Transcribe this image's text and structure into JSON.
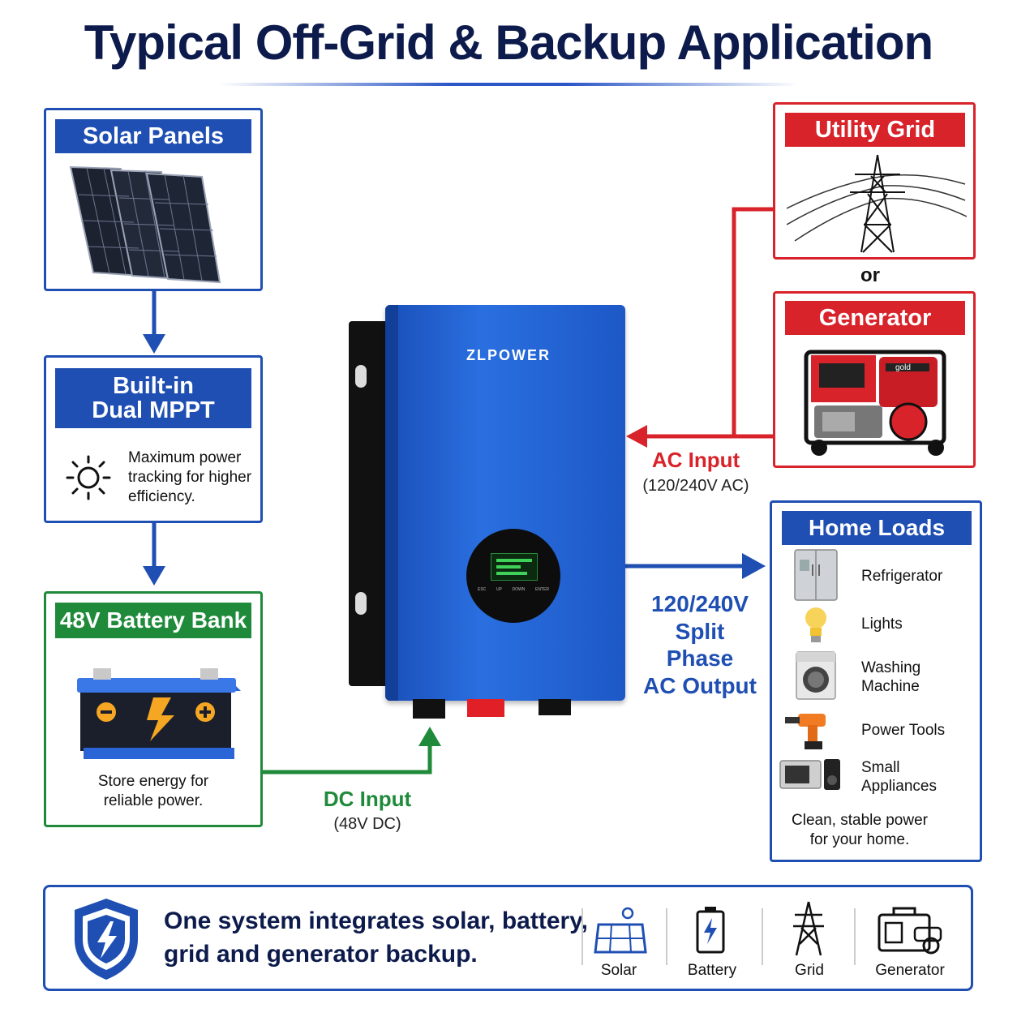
{
  "title": "Typical Off-Grid & Backup Application",
  "solar": {
    "header": "Solar Panels"
  },
  "mppt": {
    "header_line1": "Built-in",
    "header_line2": "Dual MPPT",
    "desc_line1": "Maximum power",
    "desc_line2": "tracking for higher",
    "desc_line3": "efficiency."
  },
  "battery": {
    "header": "48V Battery Bank",
    "desc_line1": "Store energy for",
    "desc_line2": "reliable power."
  },
  "grid": {
    "header": "Utility Grid"
  },
  "or_text": "or",
  "generator": {
    "header": "Generator",
    "brand": "gold"
  },
  "inverter": {
    "brand": "ZLPOWER",
    "buttons": [
      "ESC",
      "UP",
      "DOWN",
      "ENTER"
    ]
  },
  "ac_input": {
    "label": "AC Input",
    "sub": "(120/240V AC)"
  },
  "dc_input": {
    "label": "DC Input",
    "sub": "(48V DC)"
  },
  "ac_output": {
    "line1": "120/240V",
    "line2": "Split Phase",
    "line3": "AC Output"
  },
  "home_loads": {
    "header": "Home Loads",
    "items": [
      "Refrigerator",
      "Lights",
      "Washing\nMachine",
      "Power Tools",
      "Small\nAppliances"
    ],
    "footer_line1": "Clean, stable power",
    "footer_line2": "for your home."
  },
  "footer": {
    "line1": "One system integrates solar, battery,",
    "line2": "grid and generator backup.",
    "icons": [
      "Solar",
      "Battery",
      "Grid",
      "Generator"
    ]
  },
  "colors": {
    "blue": "#1f4fb3",
    "red": "#d8232a",
    "green": "#1e8a3a",
    "navy": "#0d1b4c"
  }
}
